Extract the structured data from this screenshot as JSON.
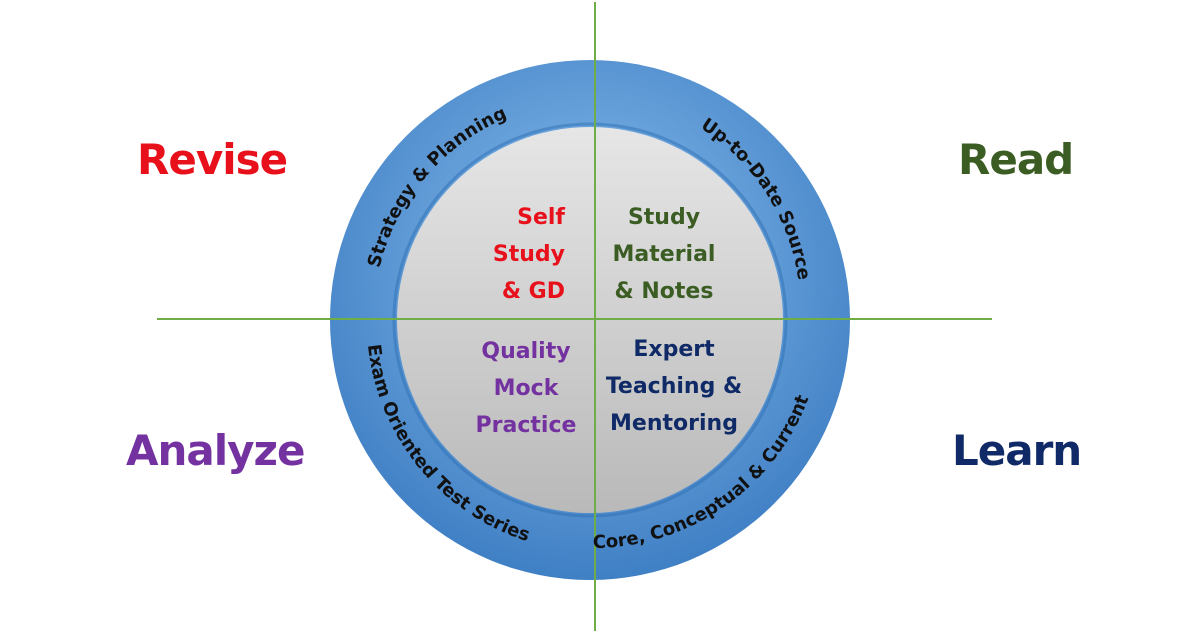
{
  "colors": {
    "revise": "#e8101a",
    "read": "#3b5d23",
    "analyze": "#7432a0",
    "learn": "#0f2a66",
    "ring_light": "#7fb2e3",
    "ring_dark": "#3f7fc4",
    "core_light": "#e4e4e4",
    "core_dark": "#bdbdbd",
    "axis_line": "#70ad47"
  },
  "corners": {
    "revise": "Revise",
    "read": "Read",
    "analyze": "Analyze",
    "learn": "Learn"
  },
  "quadrants": {
    "top_left": [
      "Self",
      "Study",
      "& GD"
    ],
    "top_right": [
      "Study",
      "Material",
      "& Notes"
    ],
    "bottom_left": [
      "Quality",
      "Mock",
      "Practice"
    ],
    "bottom_right": [
      "Expert",
      "Teaching &",
      "Mentoring"
    ]
  },
  "ring_labels": {
    "top_left": "Strategy & Planning",
    "top_right": "Up-to-Date Source",
    "bottom_left": "Exam Oriented Test Series",
    "bottom_right": "Core, Conceptual & Current"
  }
}
